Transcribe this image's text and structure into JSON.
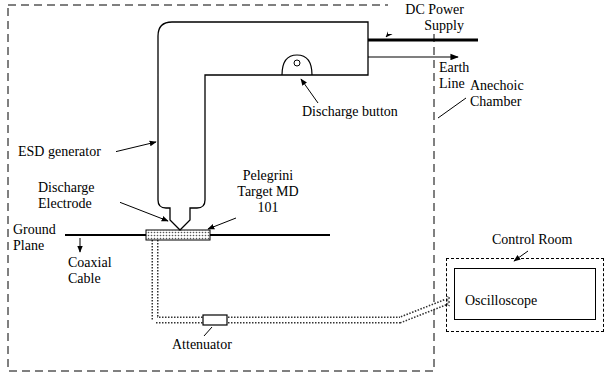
{
  "diagram": {
    "nodes": [
      {
        "text": [
          "Control Room"
        ]
      },
      {
        "text": [
          "Oscilloscope"
        ],
        "in": 0
      }
    ],
    "labels": [
      "DC Power Supply",
      "Discharge button",
      "Earth Line",
      "Anechoic Chamber",
      "ESD generator",
      "Discharge Electrode",
      "Pelegrini Target MD 101",
      "Ground Plane",
      "Coaxial Cable",
      "Attenuator"
    ]
  }
}
